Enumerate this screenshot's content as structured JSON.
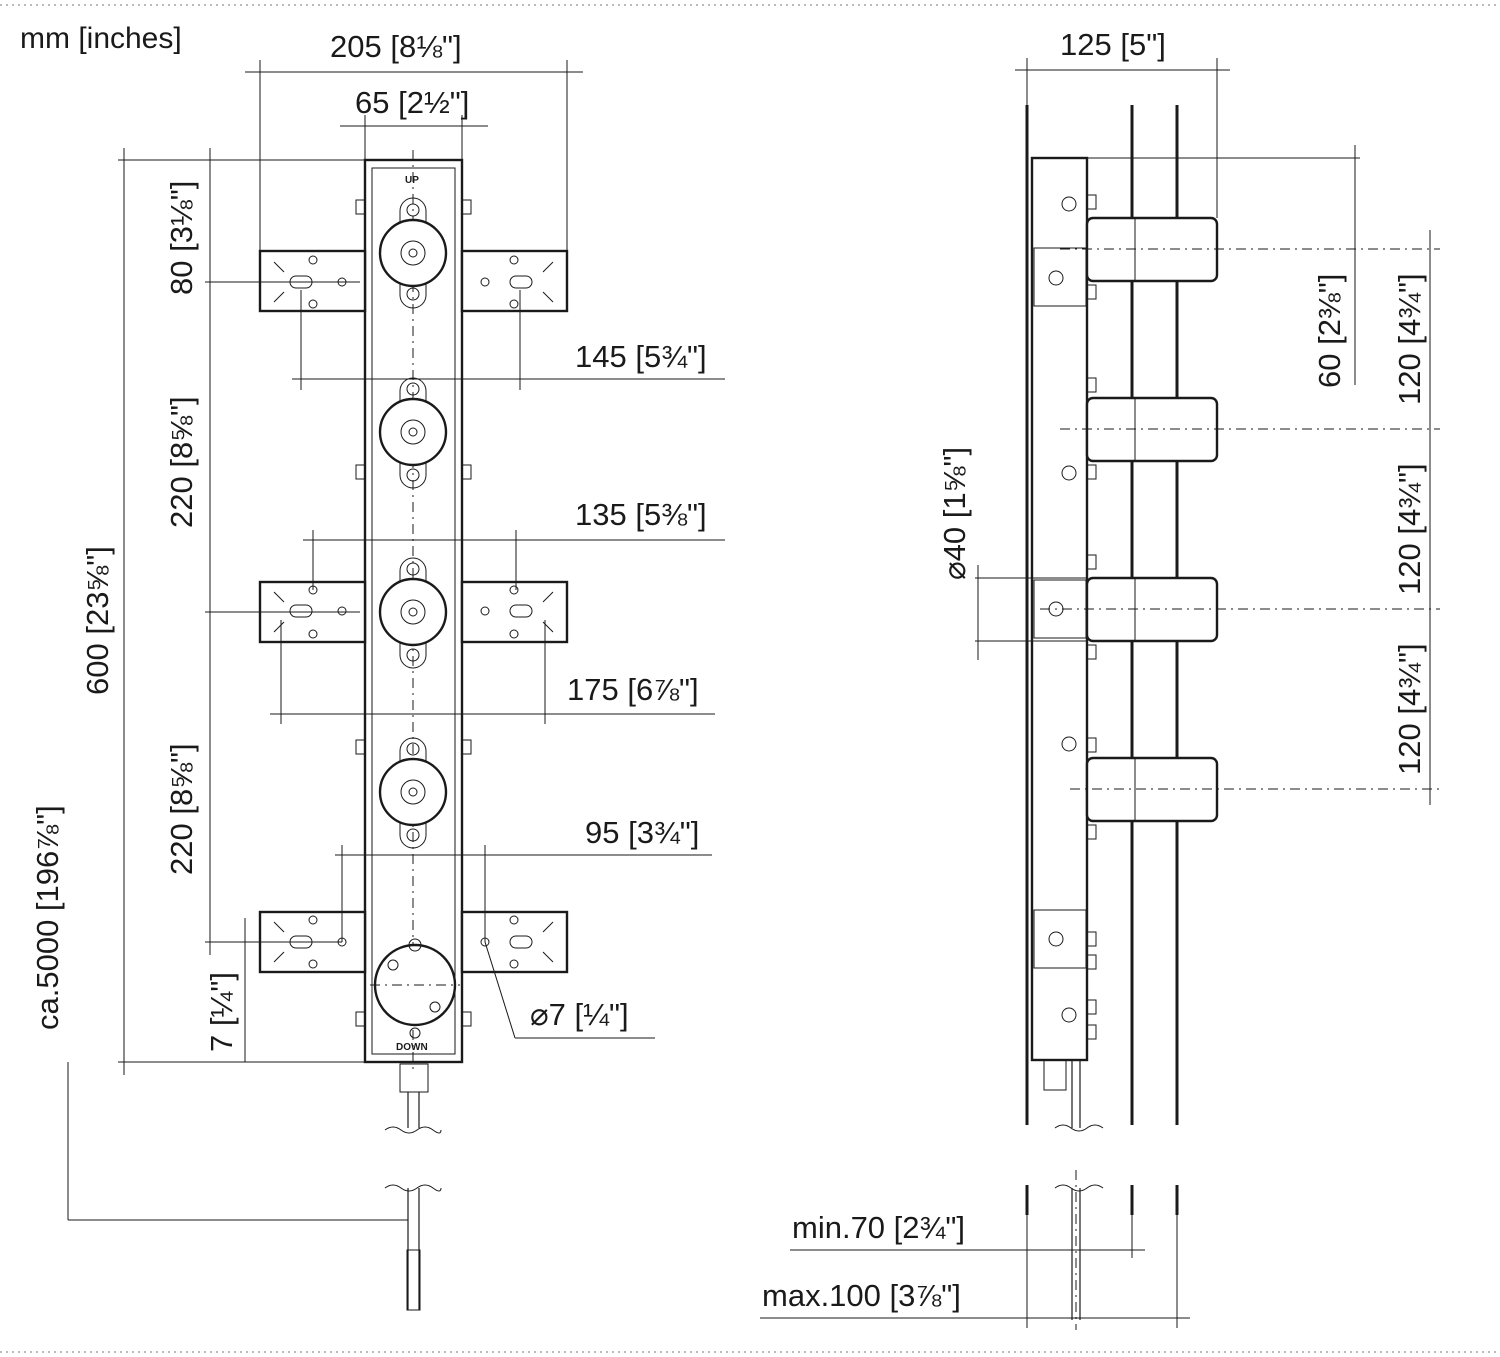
{
  "units_label": "mm [inches]",
  "front_view": {
    "up_label": "UP",
    "down_label": "DOWN",
    "dims": {
      "width_overall": "205 [8⅛\"]",
      "width_body": "65 [2½\"]",
      "bracket_top": "145 [5¾\"]",
      "bracket_mid_inner": "135 [5⅜\"]",
      "bracket_mid_outer": "175 [6⅞\"]",
      "bracket_bottom": "95 [3¾\"]",
      "hole_diameter": "⌀7 [¼\"]",
      "top_offset": "80 [3⅛\"]",
      "spacing_1": "220 [8⅝\"]",
      "spacing_2": "220 [8⅝\"]",
      "height_total": "600 [23⅝\"]",
      "bottom_offset": "7 [¼\"]",
      "cable_length": "ca.5000 [196⅞\"]"
    }
  },
  "side_view": {
    "dims": {
      "depth": "125 [5\"]",
      "top_to_first": "60 [2⅜\"]",
      "outlet_spacing_1": "120 [4¾\"]",
      "outlet_spacing_2": "120 [4¾\"]",
      "outlet_spacing_3": "120 [4¾\"]",
      "outlet_diameter": "⌀40 [1⅝\"]",
      "wall_min": "min.70 [2¾\"]",
      "wall_max": "max.100 [3⅞\"]"
    }
  }
}
